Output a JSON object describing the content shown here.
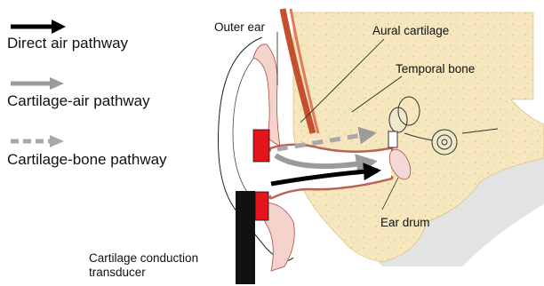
{
  "legend": {
    "items": [
      {
        "id": "direct-air",
        "label": "Direct air pathway",
        "color": "#000000",
        "style": "solid"
      },
      {
        "id": "cartilage-air",
        "label": "Cartilage-air pathway",
        "color": "#9b9b9b",
        "style": "solid"
      },
      {
        "id": "cartilage-bone",
        "label": "Cartilage-bone pathway",
        "color": "#a8a8a8",
        "style": "dashed"
      }
    ]
  },
  "labels": {
    "outer_ear": "Outer ear",
    "aural_cartilage": "Aural cartilage",
    "temporal_bone": "Temporal bone",
    "ear_drum": "Ear drum",
    "transducer_line1": "Cartilage conduction",
    "transducer_line2": "transducer"
  },
  "colors": {
    "bone": "#f6e7bf",
    "bone_speckle": "#e6cf95",
    "skin": "#f4d3cc",
    "skin_outline": "#b04a3c",
    "transducer_red": "#e3151b",
    "muscle": "#c4502f",
    "shadow": "#d9d9d9",
    "inner_ear": "#f0e9c9"
  }
}
